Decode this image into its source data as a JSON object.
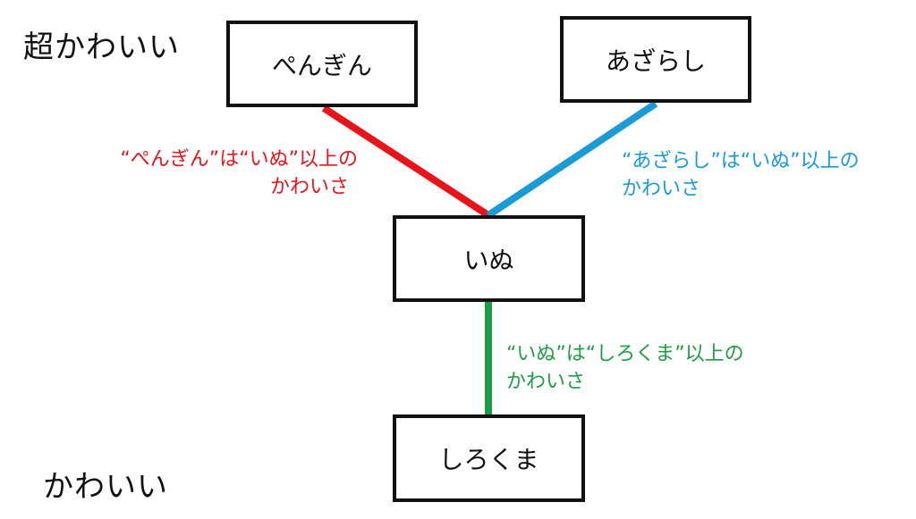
{
  "scale": {
    "top_label": "超かわいい",
    "bottom_label": "かわいい"
  },
  "nodes": {
    "penguin": "ぺんぎん",
    "seal": "あざらし",
    "dog": "いぬ",
    "polar_bear": "しろくま"
  },
  "edges": {
    "penguin_dog": {
      "color": "#e8141b",
      "line1": "“ぺんぎん”は“いぬ”以上の",
      "line2": "かわいさ"
    },
    "seal_dog": {
      "color": "#1a9bd5",
      "line1": "“あざらし”は“いぬ”以上の",
      "line2": "かわいさ"
    },
    "dog_bear": {
      "color": "#1d9e46",
      "line1": "“いぬ”は“しろくま”以上の",
      "line2": "かわいさ"
    }
  }
}
